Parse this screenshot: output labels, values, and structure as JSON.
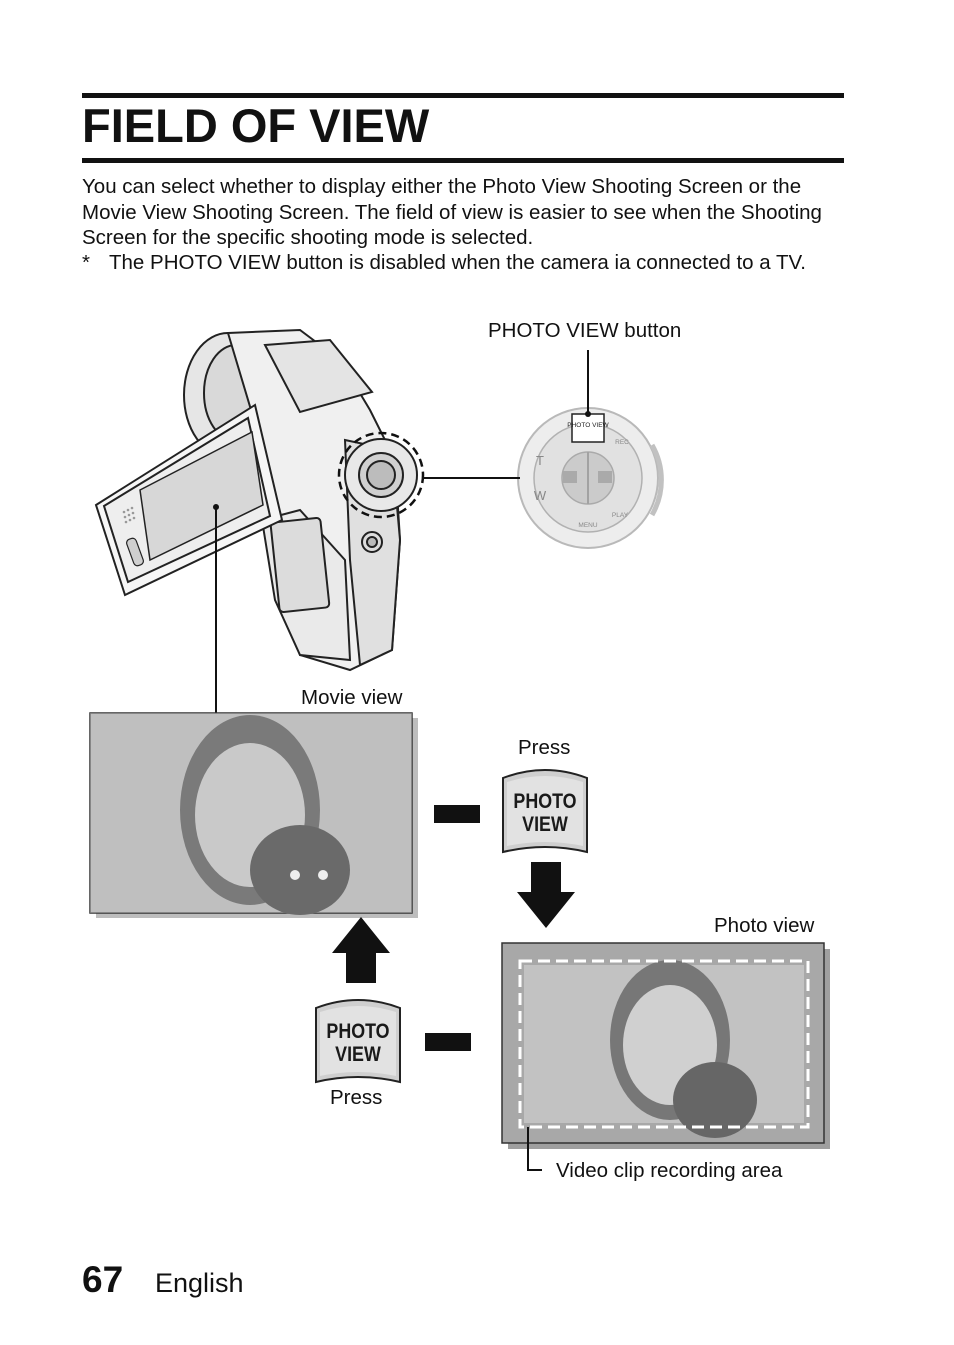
{
  "page": {
    "title": "FIELD OF VIEW",
    "intro": "You can select whether to display either the Photo View Shooting Screen or the Movie View Shooting Screen. The field of view is easier to see when the Shooting Screen for the specific shooting mode is selected.",
    "note_marker": "*",
    "note": "The PHOTO VIEW button is disabled when the camera ia connected to a TV."
  },
  "labels": {
    "photo_view_button": "PHOTO VIEW button",
    "movie_view": "Movie view",
    "press_top": "Press",
    "photo_view": "Photo view",
    "press_bottom": "Press",
    "video_clip_area": "Video clip recording area"
  },
  "button_caption": {
    "line1": "PHOTO",
    "line2": "VIEW"
  },
  "dial": {
    "top": "PHOTO VIEW",
    "rec": "REC",
    "play": "PLAY",
    "menu": "MENU",
    "tele": "T",
    "wide": "W"
  },
  "footer": {
    "page_number": "67",
    "language": "English"
  }
}
